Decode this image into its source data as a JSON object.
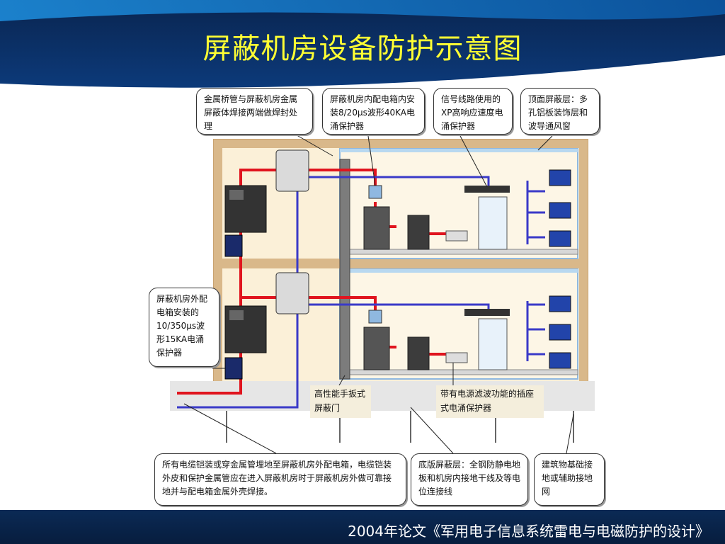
{
  "title": "屏蔽机房设备防护示意图",
  "footer": "2004年论文《军用电子信息系统雷电与电磁防护的设计》",
  "callouts": {
    "metal_bridge": "金属桥管与屏蔽机房金属屏蔽体焊接两端做焊封处理",
    "inner_box": "屏蔽机房内配电箱内安装8/20μs波形40KA电涌保护器",
    "signal_line": "信号线路使用的XP高响应速度电涌保护器",
    "top_shield": "顶面屏蔽层：多孔铝板装饰层和波导通风窗",
    "outer_box": "屏蔽机房外配电箱安装的10/350μs波形15KA电涌保护器",
    "door": "高性能手扳式屏蔽门",
    "socket": "带有电源滤波功能的插座式电涌保护器",
    "cable": "所有电缆铠装或穿金属管埋地至屏蔽机房外配电箱，电缆铠装外皮和保护金属管应在进入屏蔽机房时于屏蔽机房外做可靠接地并与配电箱金属外壳焊接。",
    "floor_shield": "底版屏蔽层：全钢防静电地板和机房内接地干线及等电位连接线",
    "ground": "建筑物基础接地或辅助接地网"
  },
  "colors": {
    "title": "#ffff33",
    "header_dark": "#0b2a55",
    "header_light": "#1a7fd0",
    "power_red": "#e0141e",
    "signal_blue": "#3a3ac8",
    "wall": "#d9b88a",
    "room_fill": "#fbf0d8",
    "shield_light": "#b8d8f0"
  },
  "icons": [
    "distribution-box-icon",
    "surge-protector-icon",
    "server-rack-icon",
    "network-switch-icon",
    "terminal-computer-icon",
    "shielded-door-icon",
    "ground-rod-icon"
  ]
}
